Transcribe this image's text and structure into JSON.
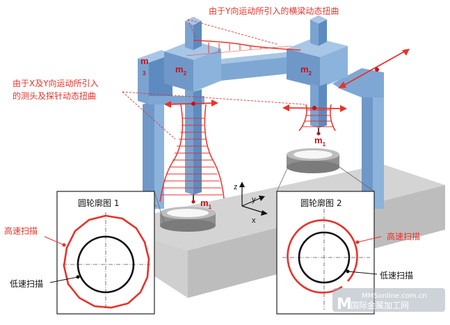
{
  "annotations": {
    "top": "由于Y向运动所引入的横梁动态扭曲",
    "left_line1": "由于X及Y向运动所引入",
    "left_line2": "的测头及探针动态扭曲"
  },
  "masses": {
    "m2": "m",
    "m2_sub": "2",
    "m1": "m",
    "m1_sub": "1",
    "m3": "m",
    "m3_sub": "3"
  },
  "axes": {
    "z": "z",
    "y": "y",
    "x": "x"
  },
  "panels": [
    {
      "title": "圆轮廓图 1",
      "fast_label": "高速扫描",
      "slow_label": "低速扫描"
    },
    {
      "title": "圆轮廓图 2",
      "fast_label": "高速扫描",
      "slow_label": "低速扫描"
    }
  ],
  "watermark": {
    "line1": "MMSonline.com.cn",
    "line2": "国际金属加工网"
  },
  "colors": {
    "frame": "#7fa7d3",
    "accent_red": "#e8322a",
    "platform": "#d9d9d9"
  }
}
